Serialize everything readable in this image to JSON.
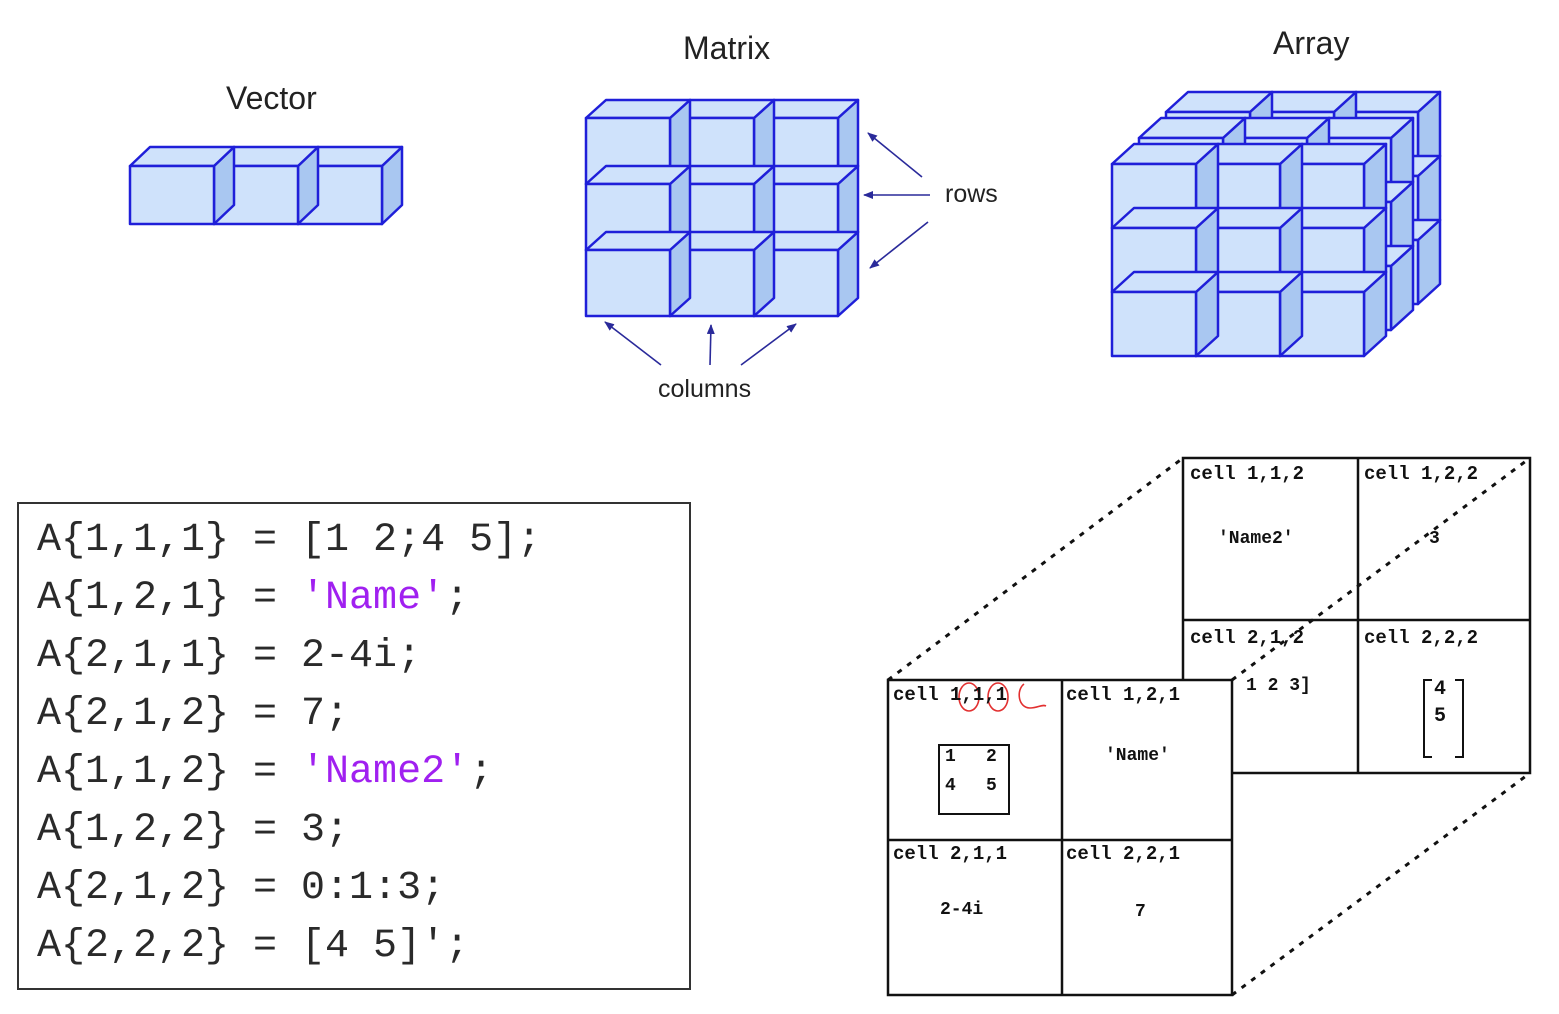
{
  "labels": {
    "vector": "Vector",
    "matrix": "Matrix",
    "array": "Array",
    "rows": "rows",
    "columns": "columns"
  },
  "colors": {
    "cube_fill": "#cfe2fb",
    "cube_side": "#a9c7f1",
    "cube_edge": "#1f1fd9",
    "string_literal": "#a020f0"
  },
  "code": [
    {
      "pre": "A{1,1,1} = ",
      "str": "",
      "post": "[1 2;4 5];"
    },
    {
      "pre": "A{1,2,1} = ",
      "str": "'Name'",
      "post": ";"
    },
    {
      "pre": "A{2,1,1} = ",
      "str": "",
      "post": "2-4i;"
    },
    {
      "pre": "A{2,1,2} = ",
      "str": "",
      "post": "7;"
    },
    {
      "pre": "A{1,1,2} = ",
      "str": "'Name2'",
      "post": ";"
    },
    {
      "pre": "A{1,2,2} = ",
      "str": "",
      "post": "3;"
    },
    {
      "pre": "A{2,1,2} = ",
      "str": "",
      "post": "0:1:3;"
    },
    {
      "pre": "A{2,2,2} = ",
      "str": "",
      "post": "[4 5]';"
    }
  ],
  "cells": {
    "back": [
      {
        "title": "cell 1,1,2",
        "value": "'Name2'"
      },
      {
        "title": "cell 1,2,2",
        "value": "3"
      },
      {
        "title": "cell 2,1,2",
        "value": "1 2 3]"
      },
      {
        "title": "cell 2,2,2",
        "value": "4 5"
      }
    ],
    "front": [
      {
        "title": "cell 1,1,1",
        "value": "1 2 4 5"
      },
      {
        "title": "cell 1,2,1",
        "value": "'Name'"
      },
      {
        "title": "cell 2,1,1",
        "value": "2-4i"
      },
      {
        "title": "cell 2,2,1",
        "value": "7"
      }
    ],
    "matrix_1_1_1": {
      "r1c1": "1",
      "r1c2": "2",
      "r2c1": "4",
      "r2c2": "5"
    },
    "column_2_2_2": {
      "top": "4",
      "bottom": "5"
    }
  }
}
